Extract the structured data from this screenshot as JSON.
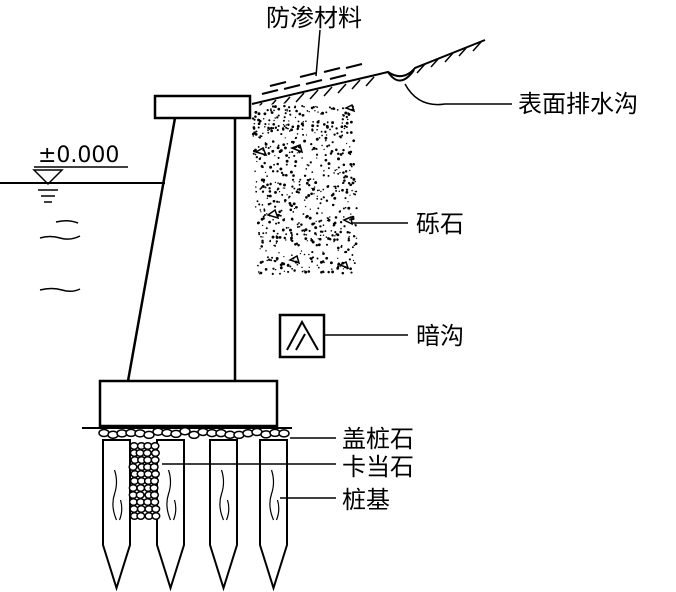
{
  "labels": {
    "seepage_material": "防渗材料",
    "surface_ditch": "表面排水沟",
    "gravel": "砾石",
    "blind_drain": "暗沟",
    "cap_stone": "盖桩石",
    "wedge_stone": "卡当石",
    "pile_foundation": "桩基",
    "elevation": "±0.000"
  },
  "colors": {
    "ink": "#000000",
    "paper": "#ffffff"
  }
}
